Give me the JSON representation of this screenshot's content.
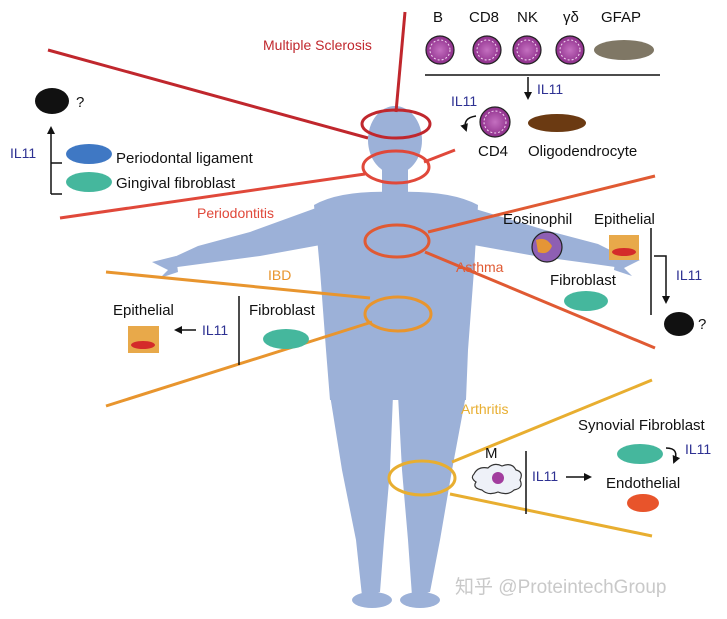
{
  "colors": {
    "body": "#9cb1d8",
    "ms": "#c0272d",
    "periodontitis": "#e0483a",
    "asthma": "#e05a33",
    "ibd": "#e8952e",
    "arthritis": "#e8ae30",
    "il11_text": "#2e3192",
    "lymphocyte": "#a23d9e",
    "gfap": "#7f7765",
    "oligodendrocyte": "#6b3a12",
    "pdl": "#3f78c4",
    "gingival": "#45b79d",
    "fibroblast": "#45b79d",
    "epithelial_box": "#e8a94a",
    "epithelial_nucleus": "#d42a2a",
    "endothelial": "#e8542b",
    "unknown_cell": "#111111"
  },
  "diseases": {
    "multiple_sclerosis": "Multiple Sclerosis",
    "periodontitis": "Periodontitis",
    "asthma": "Asthma",
    "ibd": "IBD",
    "arthritis": "Arthritis"
  },
  "ms_panel": {
    "cells": [
      "B",
      "CD8",
      "NK",
      "γδ",
      "GFAP"
    ],
    "arrow_label": "IL11",
    "autocrine_label": "IL11",
    "cd4": "CD4",
    "oligodendrocyte": "Oligodendrocyte"
  },
  "perio_panel": {
    "unknown": "?",
    "il11": "IL11",
    "pdl": "Periodontal ligament",
    "gingival": "Gingival fibroblast"
  },
  "asthma_panel": {
    "eosinophil": "Eosinophil",
    "epithelial": "Epithelial",
    "fibroblast": "Fibroblast",
    "il11": "IL11",
    "unknown": "?"
  },
  "ibd_panel": {
    "epithelial": "Epithelial",
    "il11": "IL11",
    "fibroblast": "Fibroblast"
  },
  "arthritis_panel": {
    "macrophage": "M",
    "il11": "IL11",
    "synovial": "Synovial Fibroblast",
    "autocrine_il11": "IL11",
    "endothelial": "Endothelial"
  },
  "watermark": "知乎 @ProteintechGroup"
}
